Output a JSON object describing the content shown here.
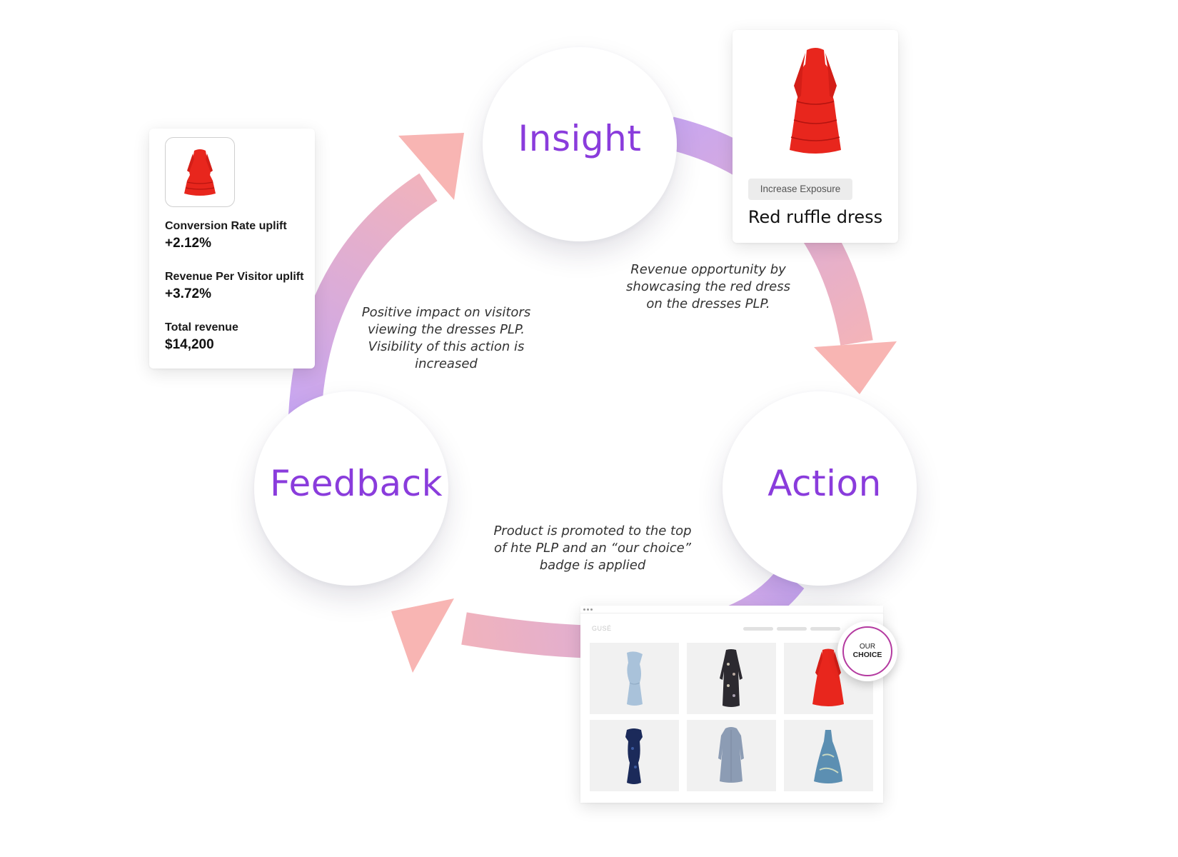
{
  "stages": {
    "insight": "Insight",
    "action": "Action",
    "feedback": "Feedback"
  },
  "notes": {
    "insight": "Revenue opportunity by\nshowcasing the red dress\non the dresses PLP.",
    "feedback": "Positive impact on visitors\nviewing the dresses PLP.\nVisibility of this action is\nincreased",
    "action": "Product is promoted to the top\nof hte PLP and an “our choice”\nbadge is applied"
  },
  "metrics_card": {
    "metrics": [
      {
        "label": "Conversion Rate uplift",
        "value": "+2.12%"
      },
      {
        "label": "Revenue Per Visitor uplift",
        "value": "+3.72%"
      },
      {
        "label": "Total revenue",
        "value": "$14,200"
      }
    ]
  },
  "product_card": {
    "badge": "Increase Exposure",
    "name": "Red ruffle dress"
  },
  "plp": {
    "logo": "GUSÉ",
    "badge_line1": "OUR",
    "badge_line2": "CHOICE"
  },
  "colors": {
    "stage_text": "#8a3cdc",
    "arrow_purple": "#c7a6ef",
    "arrow_pink": "#f7b5b3",
    "dress_red": "#e8261d"
  }
}
